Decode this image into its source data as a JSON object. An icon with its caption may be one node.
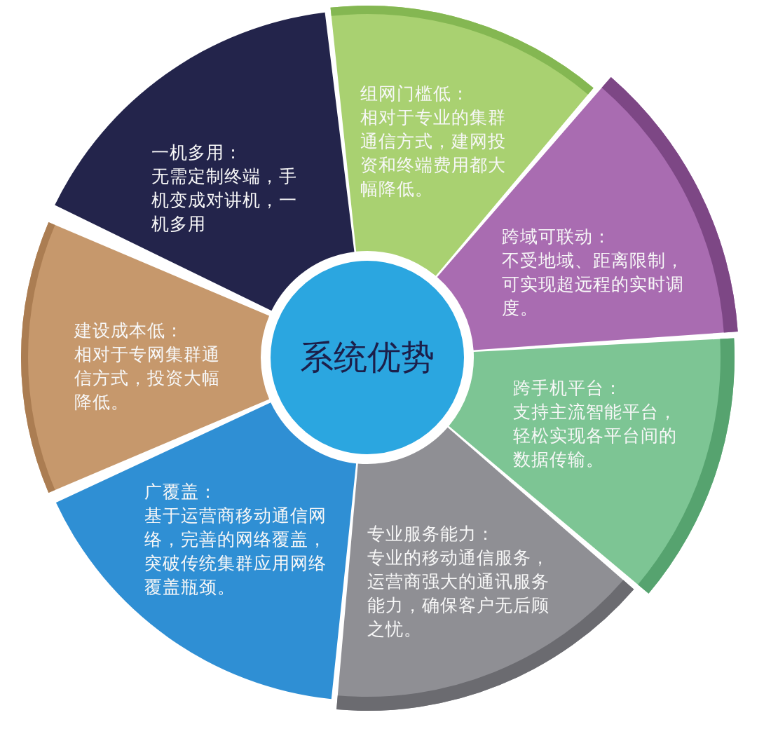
{
  "diagram": {
    "nodes": [
      {
        "text": [
          "系统优势"
        ]
      },
      {
        "text": [
          "一机多用：",
          "无需定制终端，手机变成对讲机，一机多用"
        ]
      },
      {
        "text": [
          "组网门槛低：",
          "相对于专业的集群通信方式，建网投资和终端费用都大幅降低。"
        ]
      },
      {
        "text": [
          "跨域可联动：",
          "不受地域、距离限制，可实现超远程的实时调度。"
        ]
      },
      {
        "text": [
          "跨手机平台：",
          "支持主流智能平台，轻松实现各平台间的数据传输。"
        ]
      },
      {
        "text": [
          "专业服务能力：",
          "专业的移动通信服务，运营商强大的通讯服务能力，确保客户无后顾之忧。"
        ]
      },
      {
        "text": [
          "广覆盖：",
          "基于运营商移动通信网络，完善的网络覆盖，突破传统集群应用网络覆盖瓶颈。"
        ]
      },
      {
        "text": [
          "建设成本低：",
          "相对于专网集群通信方式，投资大幅降低。"
        ]
      }
    ]
  }
}
